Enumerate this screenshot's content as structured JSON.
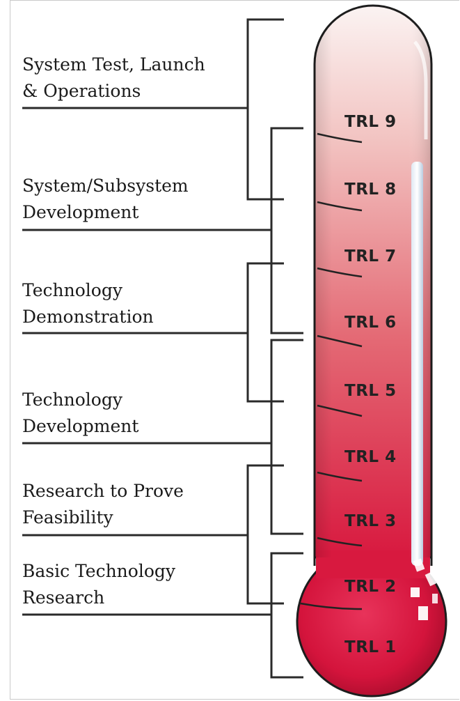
{
  "stages": [
    {
      "line1": "System Test, Launch",
      "line2": "& Operations"
    },
    {
      "line1": "System/Subsystem",
      "line2": "Development"
    },
    {
      "line1": "Technology",
      "line2": "Demonstration"
    },
    {
      "line1": "Technology",
      "line2": "Development"
    },
    {
      "line1": "Research to Prove",
      "line2": "Feasibility"
    },
    {
      "line1": "Basic Technology",
      "line2": "Research"
    }
  ],
  "levels": [
    "TRL 9",
    "TRL 8",
    "TRL 7",
    "TRL 6",
    "TRL 5",
    "TRL 4",
    "TRL 3",
    "TRL 2",
    "TRL 1"
  ],
  "colors": {
    "thermometer_top": "#f9eceb",
    "thermometer_bottom": "#d8193f",
    "bulb": "#d4143c",
    "outline": "#222222",
    "lines": "#2a2a2a"
  }
}
